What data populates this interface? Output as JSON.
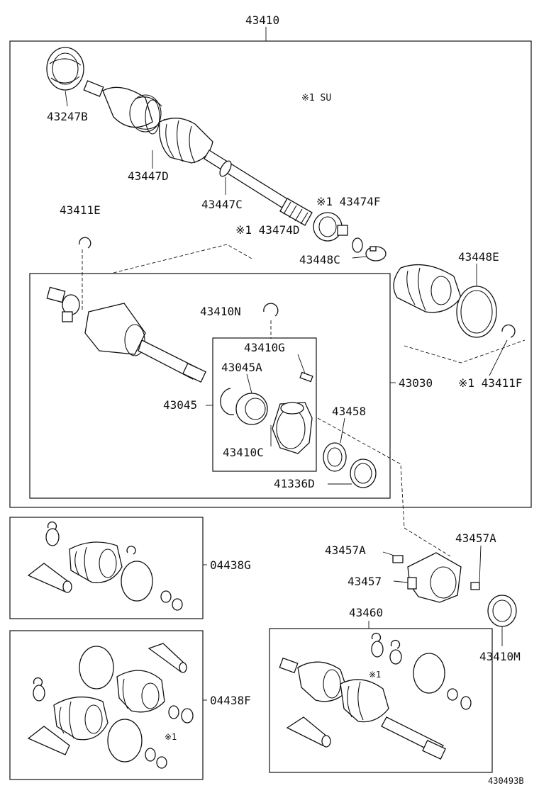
{
  "labels": {
    "l43410": "43410",
    "l43247B": "43247B",
    "su": "※1 SU",
    "l43447D": "43447D",
    "l43447C": "43447C",
    "l43474F": "※1 43474F",
    "l43474D": "※1 43474D",
    "l43448C": "43448C",
    "l43411E": "43411E",
    "l43448E": "43448E",
    "l43410N": "43410N",
    "l43410G": "43410G",
    "l43045A": "43045A",
    "l43045": "43045",
    "l43030": "43030",
    "l43411F": "※1 43411F",
    "l43458": "43458",
    "l43410C": "43410C",
    "l41336D": "41336D",
    "l04438G": "04438G",
    "l43457A_left": "43457A",
    "l43457A_right": "43457A",
    "l43457": "43457",
    "l43460": "43460",
    "l43410M": "43410M",
    "l04438F": "04438F",
    "note_kit_f": "※1",
    "note_43460": "※1",
    "ref_code": "430493B"
  }
}
